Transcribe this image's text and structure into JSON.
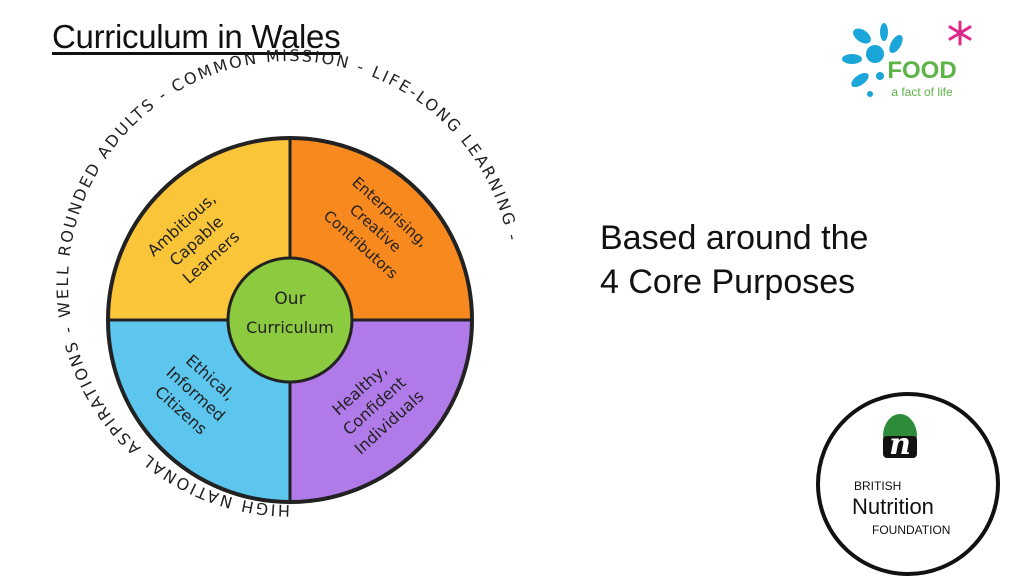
{
  "title": "Curriculum in Wales",
  "body": {
    "lines": [
      "Based around the",
      "4 Core Purposes"
    ]
  },
  "diagram": {
    "center_line1": "Our",
    "center_line2": "Curriculum",
    "quadrants": [
      {
        "lines": [
          "Ambitious,",
          "Capable",
          "Learners"
        ],
        "color": "#FBC53A"
      },
      {
        "lines": [
          "Enterprising,",
          "Creative",
          "Contributors"
        ],
        "color": "#F7891F"
      },
      {
        "lines": [
          "Ethical,",
          "Informed",
          "Citizens"
        ],
        "color": "#5CC6EE"
      },
      {
        "lines": [
          "Healthy,",
          "Confident",
          "Individuals"
        ],
        "color": "#B07AE8"
      }
    ],
    "center_color": "#8CCB3F",
    "ring_text": "HIGH NATIONAL ASPIRATIONS - WELL ROUNDED ADULTS - COMMON MISSION - LIFE-LONG LEARNING -"
  },
  "logos": {
    "food_line1": "FOOD",
    "food_line2": "a fact of life",
    "bnf_line1": "BRITISH",
    "bnf_line2": "Nutrition",
    "bnf_line3": "FOUNDATION",
    "bnf_mark": "n"
  },
  "colors": {
    "food_blue": "#1AA6D8",
    "food_green": "#5DB446",
    "food_pink": "#E0268A",
    "bnf_green": "#2E8B3A"
  }
}
